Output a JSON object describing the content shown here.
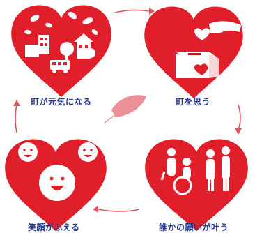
{
  "colors": {
    "heart": "#e01f2b",
    "heart_shade": "#c4141f",
    "arrow": "#e0555c",
    "feather": "#ec8f96",
    "label": "#283a8c"
  },
  "labels": {
    "town_revitalized": "町が元気になる",
    "care_for_town": "町を思う",
    "wishes_come_true": "誰かの願いが叶う",
    "more_smiles": "笑顔がふえる"
  },
  "hearts": [
    {
      "id": "town",
      "icon": "town-buildings-icon"
    },
    {
      "id": "donation",
      "icon": "donation-box-icon"
    },
    {
      "id": "people",
      "icon": "people-wheelchair-icon"
    },
    {
      "id": "smiles",
      "icon": "smiling-faces-icon"
    }
  ],
  "center_icon": "feather-icon"
}
